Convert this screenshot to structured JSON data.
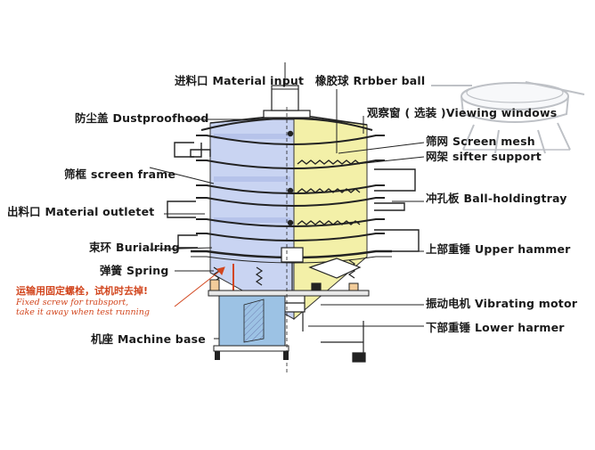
{
  "labels": {
    "material_input": {
      "zh": "进料口",
      "en": "Material input"
    },
    "rubber_ball": {
      "zh": "橡胶球",
      "en": "Rrbber ball"
    },
    "dustproof_hood": {
      "zh": "防尘盖",
      "en": "Dustproofhood"
    },
    "viewing_windows": {
      "zh": "观察窗",
      "en": "( 选装 )Viewing windows"
    },
    "screen_mesh": {
      "zh": "筛网",
      "en": "Screen mesh"
    },
    "sifter_support": {
      "zh": "网架",
      "en": "sifter support"
    },
    "screen_frame": {
      "zh": "筛框",
      "en": "screen frame"
    },
    "ball_holding_tray": {
      "zh": "冲孔板",
      "en": "Ball-holdingtray"
    },
    "material_outlet": {
      "zh": "出料口",
      "en": "Material outletet"
    },
    "burial_ring": {
      "zh": "束环",
      "en": "Burialring"
    },
    "upper_hammer": {
      "zh": "上部重锤",
      "en": "Upper hammer"
    },
    "spring": {
      "zh": "弹簧",
      "en": "Spring"
    },
    "vibrating_motor": {
      "zh": "振动电机",
      "en": "Vibrating motor"
    },
    "lower_hammer": {
      "zh": "下部重锤",
      "en": "Lower harmer"
    },
    "machine_base": {
      "zh": "机座",
      "en": "Machine base"
    }
  },
  "transport_note": {
    "zh": "运输用固定螺栓，试机时去掉!",
    "en_line1": "Fixed screw for trabsport,",
    "en_line2": "take it away when test running"
  },
  "colors": {
    "left_shell": "#c9d4f2",
    "right_shell": "#f3f0a8",
    "base": "#9cc2e4",
    "outline": "#222222",
    "note": "#d2461e"
  }
}
